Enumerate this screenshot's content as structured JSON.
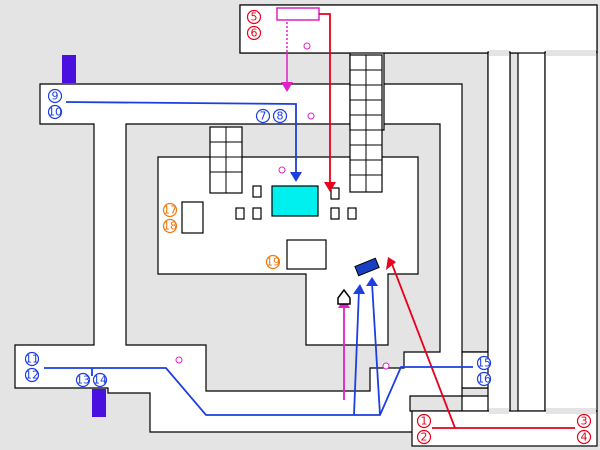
{
  "colors": {
    "red": "#e8001c",
    "blue": "#1d3fe0",
    "magenta": "#e020c8",
    "orange": "#f07a10",
    "cyan": "#00f0f0",
    "marker_purple": "#4a10e0",
    "dark_blue_block": "#1a3fc0",
    "background": "#e4e4e4"
  },
  "labels": {
    "n1": "1",
    "n2": "2",
    "n3": "3",
    "n4": "4",
    "n5": "5",
    "n6": "6",
    "n7": "7",
    "n8": "8",
    "n9": "9",
    "n10": "10",
    "n11": "11",
    "n12": "12",
    "n13": "13",
    "n14": "14",
    "n15": "15",
    "n16": "16",
    "n17": "17",
    "n18": "18",
    "n19": "19"
  },
  "icons": {
    "start_marker": "house-pentagon-icon",
    "destination_marker": "blue-block-icon"
  }
}
